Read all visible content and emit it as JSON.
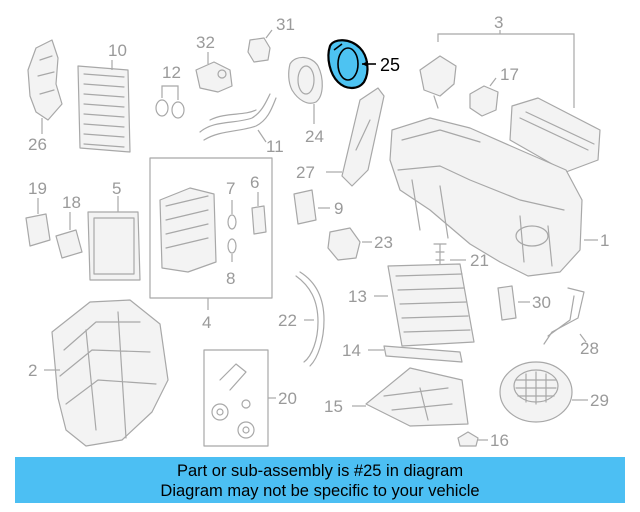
{
  "callouts": {
    "c1": "1",
    "c2": "2",
    "c3": "3",
    "c5": "5",
    "c6": "6",
    "c7": "7",
    "c8": "8",
    "c9": "9",
    "c10": "10",
    "c11": "11",
    "c12": "12",
    "c13": "13",
    "c14": "14",
    "c15": "15",
    "c16": "16",
    "c17": "17",
    "c18": "18",
    "c19": "19",
    "c20": "20",
    "c21": "21",
    "c22": "22",
    "c23": "23",
    "c24": "24",
    "c25": "25",
    "c26": "26",
    "c27": "27",
    "c28": "28",
    "c29": "29",
    "c30": "30",
    "c31": "31",
    "c32": "32",
    "c4": "4"
  },
  "highlight_part": "25",
  "colors": {
    "highlight": "#4dc3f2",
    "banner": "#4cbff3",
    "line": "#a8a8a8"
  },
  "banner": {
    "line1": "Part or sub-assembly is #25 in diagram",
    "line2": "Diagram may not be specific to your vehicle"
  }
}
